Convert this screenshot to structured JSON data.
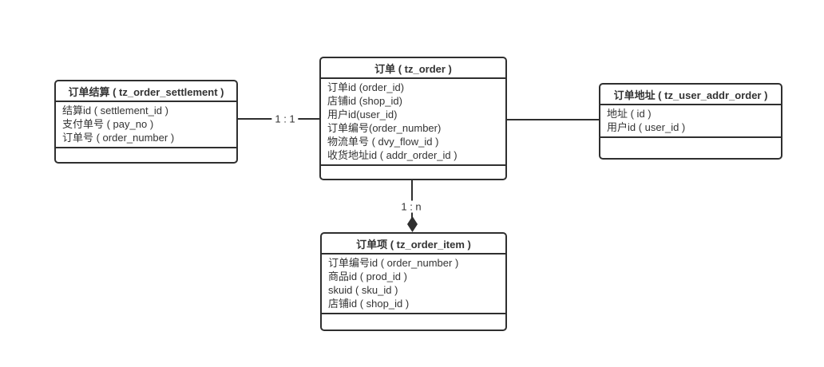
{
  "diagram": {
    "type": "er-diagram",
    "colors": {
      "border": "#2f2f2f",
      "text": "#333333",
      "background": "#ffffff"
    },
    "entities": [
      {
        "name": "tz_order_settlement",
        "title": "订单结算 ( tz_order_settlement )",
        "fields": [
          "结算id ( settlement_id )",
          "支付单号 ( pay_no )",
          "订单号 ( order_number )"
        ]
      },
      {
        "name": "tz_order",
        "title": "订单 ( tz_order )",
        "fields": [
          "订单id (order_id)",
          "店铺id (shop_id)",
          "用户id(user_id)",
          "订单编号(order_number)",
          "物流单号 ( dvy_flow_id )",
          "收货地址id ( addr_order_id )"
        ]
      },
      {
        "name": "tz_user_addr_order",
        "title": "订单地址 ( tz_user_addr_order )",
        "fields": [
          "地址 ( id )",
          "用户id ( user_id )"
        ]
      },
      {
        "name": "tz_order_item",
        "title": "订单项 ( tz_order_item )",
        "fields": [
          "订单编号id ( order_number )",
          "商品id ( prod_id )",
          "skuid ( sku_id )",
          "店铺id ( shop_id )"
        ]
      }
    ],
    "relations": [
      {
        "from": "tz_order_settlement",
        "to": "tz_order",
        "label": "1 : 1",
        "arrow": "none"
      },
      {
        "from": "tz_order",
        "to": "tz_user_addr_order",
        "label": "",
        "arrow": "none"
      },
      {
        "from": "tz_order",
        "to": "tz_order_item",
        "label": "1 : n",
        "arrow": "filled-diamond"
      }
    ]
  }
}
